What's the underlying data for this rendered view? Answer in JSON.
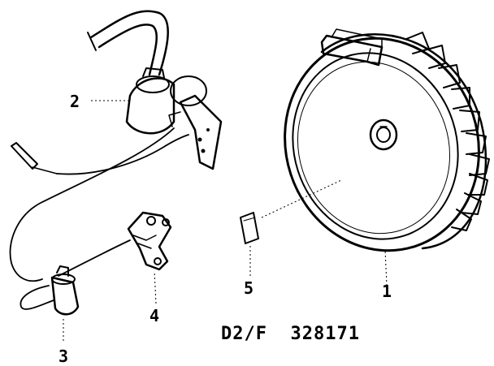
{
  "diagram": {
    "drawing_code": "D2/F  328171",
    "parts": [
      {
        "number": "1",
        "part": "flywheel"
      },
      {
        "number": "2",
        "part": "ignition-coil"
      },
      {
        "number": "3",
        "part": "condenser"
      },
      {
        "number": "4",
        "part": "contact-breaker-points"
      },
      {
        "number": "5",
        "part": "flywheel-key"
      }
    ]
  }
}
